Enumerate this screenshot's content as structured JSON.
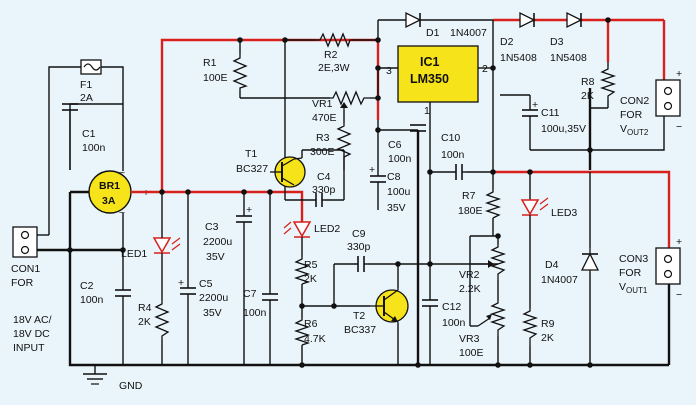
{
  "colors": {
    "background": "#eaf5fb",
    "positive_rail": "#d8201c",
    "ground_rail": "#111111",
    "ic_fill": "#f7e31a"
  },
  "components": {
    "F1": {
      "ref": "F1",
      "value": "2A"
    },
    "C1": {
      "ref": "C1",
      "value": "100n"
    },
    "BR1": {
      "ref": "BR1",
      "value": "3A"
    },
    "C2": {
      "ref": "C2",
      "value": "100n"
    },
    "LED1": {
      "ref": "LED1"
    },
    "R4": {
      "ref": "R4",
      "value": "2K"
    },
    "C3": {
      "ref": "C3",
      "value": "2200u",
      "voltage": "35V"
    },
    "C5": {
      "ref": "C5",
      "value": "2200u",
      "voltage": "35V"
    },
    "C7": {
      "ref": "C7",
      "value": "100n"
    },
    "R1": {
      "ref": "R1",
      "value": "100E"
    },
    "T1": {
      "ref": "T1",
      "value": "BC327"
    },
    "C4": {
      "ref": "C4",
      "value": "330p"
    },
    "LED2": {
      "ref": "LED2"
    },
    "R5": {
      "ref": "R5",
      "value": "2K"
    },
    "R6": {
      "ref": "R6",
      "value": "4.7K"
    },
    "R2": {
      "ref": "R2",
      "value": "2E,3W"
    },
    "VR1": {
      "ref": "VR1",
      "value": "470E"
    },
    "R3": {
      "ref": "R3",
      "value": "300E"
    },
    "C9": {
      "ref": "C9",
      "value": "330p"
    },
    "T2": {
      "ref": "T2",
      "value": "BC337"
    },
    "C6": {
      "ref": "C6",
      "value": "100n"
    },
    "C8": {
      "ref": "C8",
      "value": "100u",
      "voltage": "35V"
    },
    "IC1": {
      "ref": "IC1",
      "value": "LM350",
      "pin_in": "3",
      "pin_out": "2",
      "pin_adj": "1"
    },
    "D1": {
      "ref": "D1",
      "value": "1N4007"
    },
    "D2": {
      "ref": "D2",
      "value": "1N5408"
    },
    "D3": {
      "ref": "D3",
      "value": "1N5408"
    },
    "C10": {
      "ref": "C10",
      "value": "100n"
    },
    "R7": {
      "ref": "R7",
      "value": "180E"
    },
    "VR2": {
      "ref": "VR2",
      "value": "2.2K"
    },
    "C12": {
      "ref": "C12",
      "value": "100n"
    },
    "VR3": {
      "ref": "VR3",
      "value": "100E"
    },
    "R8": {
      "ref": "R8",
      "value": "2K"
    },
    "C11": {
      "ref": "C11",
      "value": "100u,35V"
    },
    "LED3": {
      "ref": "LED3"
    },
    "D4": {
      "ref": "D4",
      "value": "1N4007"
    },
    "R9": {
      "ref": "R9",
      "value": "2K"
    }
  },
  "connectors": {
    "CON1": {
      "ref": "CON1",
      "for": "FOR",
      "desc_lines": [
        "18V AC/",
        "18V DC",
        "INPUT"
      ]
    },
    "CON2": {
      "ref": "CON2",
      "for": "FOR",
      "out": "V",
      "out_sub": "OUT2"
    },
    "CON3": {
      "ref": "CON3",
      "for": "FOR",
      "out": "V",
      "out_sub": "OUT1"
    }
  },
  "ground_label": "GND",
  "symbols": {
    "plus": "+",
    "minus": "−",
    "ac": "~"
  }
}
